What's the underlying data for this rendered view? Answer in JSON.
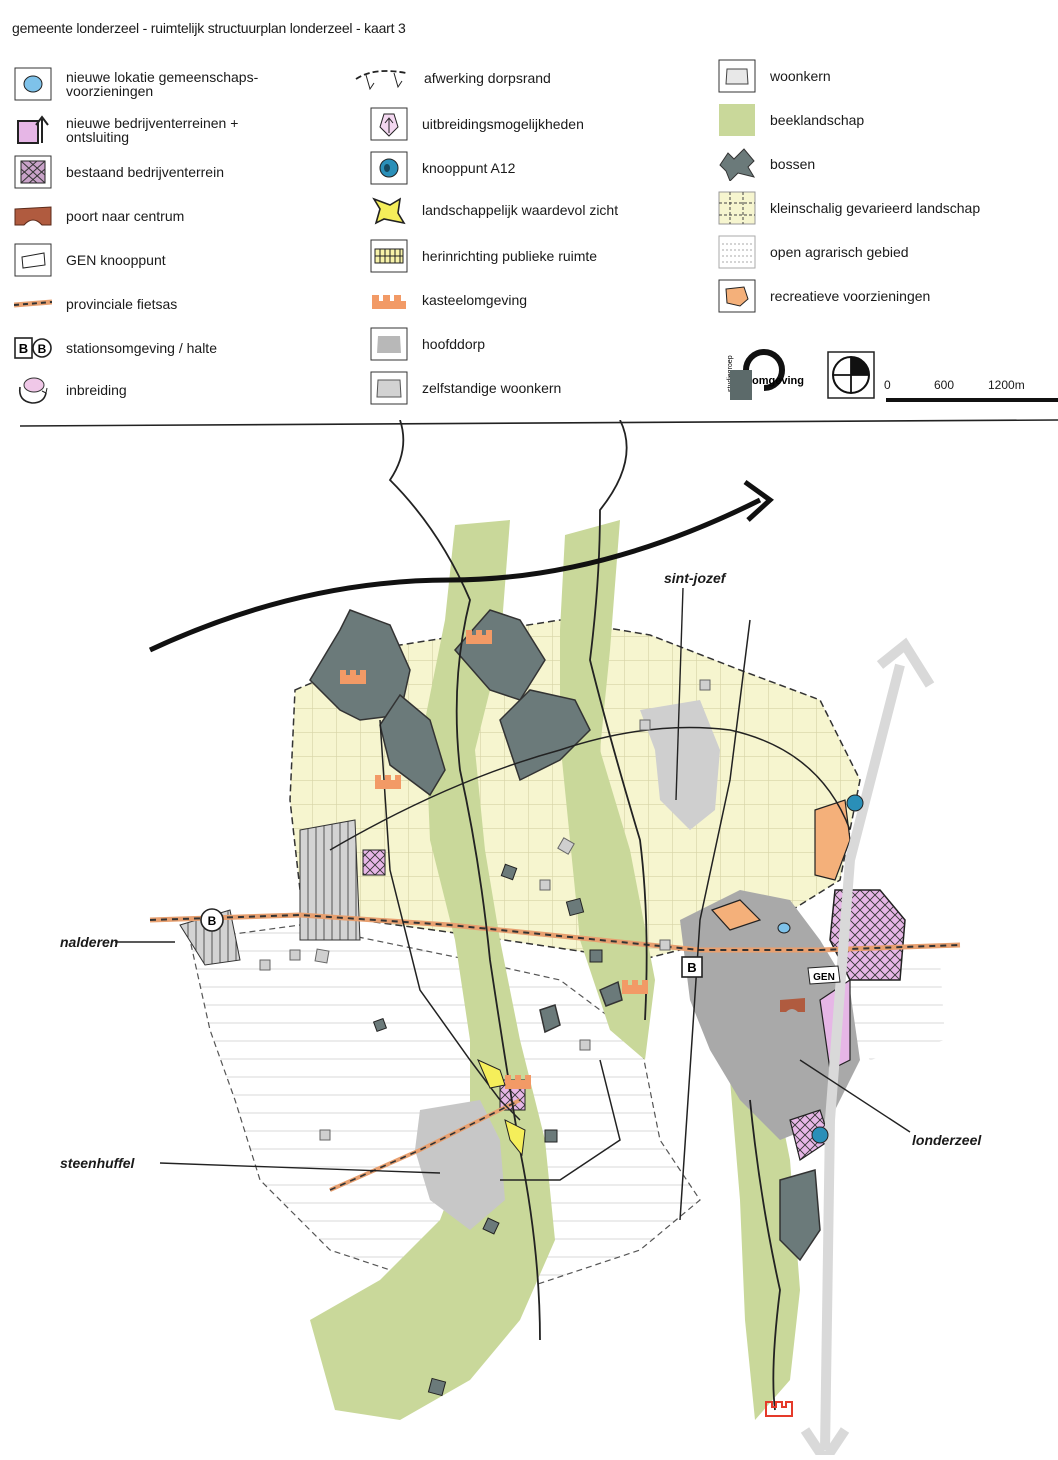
{
  "title": "gemeente londerzeel - ruimtelijk structuurplan londerzeel - kaart 3",
  "legend": {
    "col1": [
      {
        "icon": "new-community-facility-icon",
        "label": "nieuwe lokatie gemeenschaps-\nvoorzieningen"
      },
      {
        "icon": "new-business-park-icon",
        "label": "nieuwe bedrijventerreinen +\nontsluiting"
      },
      {
        "icon": "existing-business-park-icon",
        "label": "bestaand bedrijventerrein"
      },
      {
        "icon": "gate-to-centre-icon",
        "label": "poort naar centrum"
      },
      {
        "icon": "gen-node-icon",
        "label": "GEN knooppunt"
      },
      {
        "icon": "provincial-cycle-route-icon",
        "label": "provinciale fietsas"
      },
      {
        "icon": "station-stop-icon",
        "label": "stationsomgeving / halte"
      },
      {
        "icon": "infill-icon",
        "label": "inbreiding"
      }
    ],
    "col2": [
      {
        "icon": "village-edge-icon",
        "label": "afwerking dorpsrand"
      },
      {
        "icon": "expansion-icon",
        "label": "uitbreidingsmogelijkheden"
      },
      {
        "icon": "a12-junction-icon",
        "label": "knooppunt A12"
      },
      {
        "icon": "scenic-view-icon",
        "label": "landschappelijk waardevol zicht"
      },
      {
        "icon": "public-space-icon",
        "label": "herinrichting publieke ruimte"
      },
      {
        "icon": "castle-surroundings-icon",
        "label": "kasteelomgeving"
      },
      {
        "icon": "main-village-icon",
        "label": "hoofddorp"
      },
      {
        "icon": "independent-core-icon",
        "label": "zelfstandige woonkern"
      }
    ],
    "col3": [
      {
        "icon": "residential-core-icon",
        "label": "woonkern"
      },
      {
        "icon": "brook-landscape-icon",
        "label": "beeklandschap"
      },
      {
        "icon": "forest-icon",
        "label": "bossen"
      },
      {
        "icon": "small-scale-landscape-icon",
        "label": "kleinschalig gevarieerd landschap"
      },
      {
        "icon": "open-agricultural-icon",
        "label": "open agrarisch gebied"
      },
      {
        "icon": "recreation-icon",
        "label": "recreatieve voorzieningen"
      }
    ]
  },
  "scale": {
    "ticks": [
      "0",
      "600",
      "1200m"
    ],
    "logo_text": "omgeving"
  },
  "map_labels": {
    "sint_jozef": "sint-jozef",
    "malderen": "nalderen",
    "steenhuffel": "steenhuffel",
    "londerzeel": "londerzeel"
  },
  "colors": {
    "brook": "#c9d89a",
    "forest": "#6b7a7a",
    "small_scale": "#f6f5cf",
    "grid": "#d6d3a6",
    "recreation": "#f4b07a",
    "business": "#e6b6e6",
    "village": "#b8b8b8",
    "castle": "#f29a66",
    "gate": "#b05b3f"
  }
}
